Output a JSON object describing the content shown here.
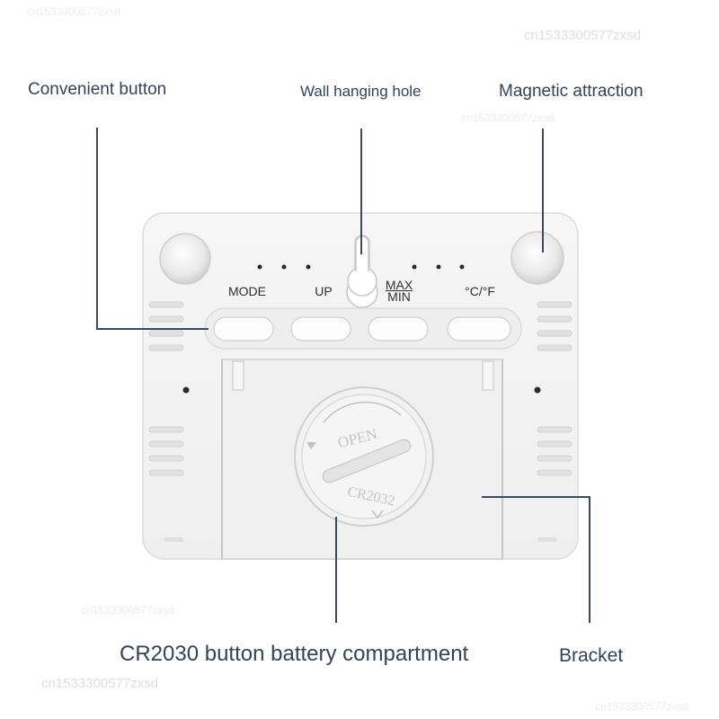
{
  "callouts": {
    "convenient_button": "Convenient button",
    "wall_hanging_hole": "Wall hanging hole",
    "magnetic_attraction": "Magnetic attraction",
    "battery_compartment": "CR2030 button battery compartment",
    "bracket": "Bracket"
  },
  "buttons": {
    "mode": "MODE",
    "up": "UP",
    "max": "MAX",
    "min": "MIN",
    "unit": "°C/°F"
  },
  "battery_cover": {
    "open_text": "OPEN",
    "model_text": "CR2032"
  },
  "watermarks": {
    "top_left": "cn1533300577zxsd",
    "top_right": "cn1533300577zxsd",
    "mid": "cn1533300577zxsd",
    "lower_left": "cn1533300577zxsd",
    "bottom_left": "cn1533300577zxsd",
    "bottom_right": "cn1533300577zxsd"
  },
  "colors": {
    "callout_text": "#33435c",
    "leader_line": "#3b4a63",
    "device_body": "#f3f3f3"
  }
}
